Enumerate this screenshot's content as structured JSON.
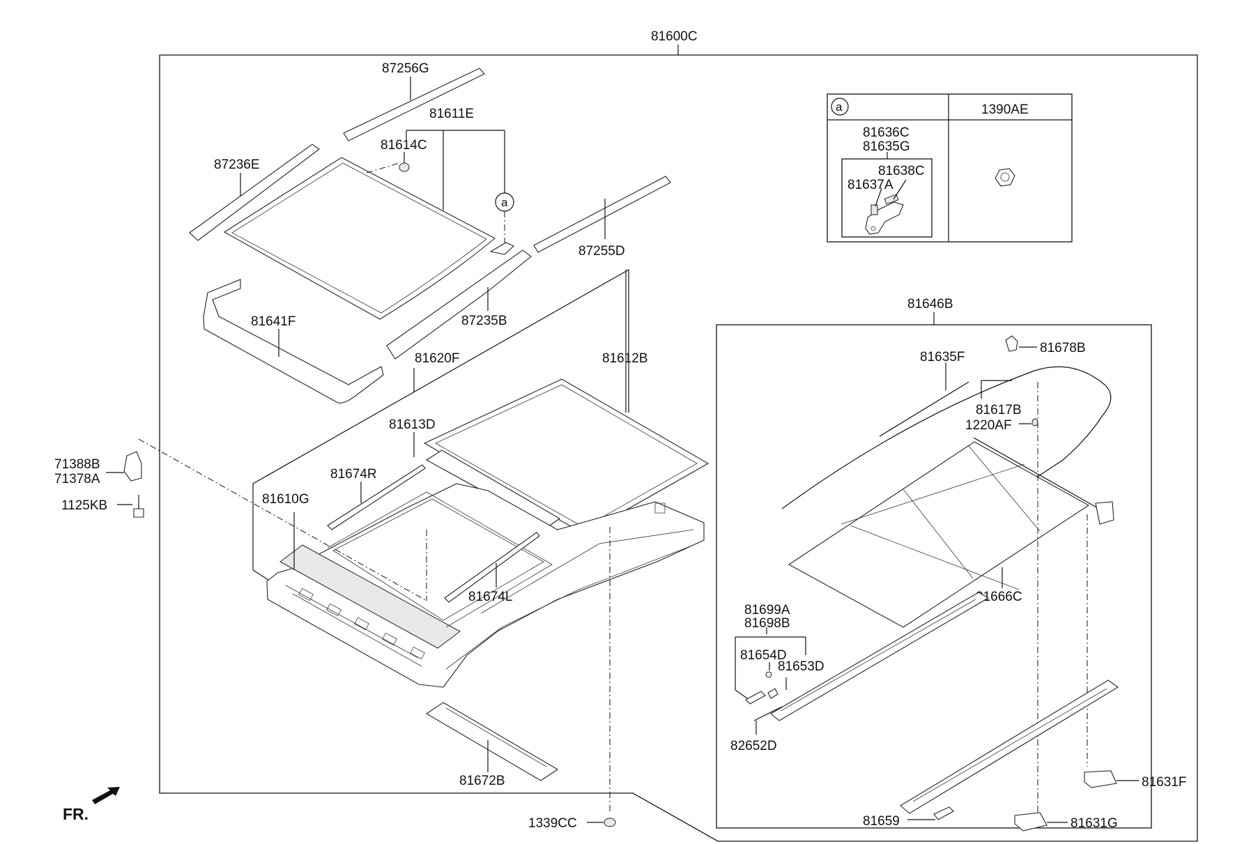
{
  "labels": {
    "l81600C": "81600C",
    "l87256G": "87256G",
    "l81611E": "81611E",
    "l81614C": "81614C",
    "l87236E": "87236E",
    "l87255D": "87255D",
    "l81641F": "81641F",
    "l87235B": "87235B",
    "l81620F": "81620F",
    "l81612B": "81612B",
    "l81613D": "81613D",
    "l81674R": "81674R",
    "l81610G": "81610G",
    "l81674L": "81674L",
    "l71388B": "71388B",
    "l71378A": "71378A",
    "l1125KB": "1125KB",
    "l81672B": "81672B",
    "l1339CC": "1339CC",
    "fr": "FR.",
    "l81646B": "81646B",
    "l81635F": "81635F",
    "l81678B": "81678B",
    "l81617B": "81617B",
    "l1220AF": "1220AF",
    "l81666C": "81666C",
    "l81699A": "81699A",
    "l81698B": "81698B",
    "l81654D": "81654D",
    "l81653D": "81653D",
    "l82652D": "82652D",
    "l81631F": "81631F",
    "l81631G": "81631G",
    "l81659": "81659",
    "callout_a": "a",
    "inset_a": "a",
    "l1390AE": "1390AE",
    "l81636C": "81636C",
    "l81635G": "81635G",
    "l81638C": "81638C",
    "l81637A": "81637A"
  }
}
